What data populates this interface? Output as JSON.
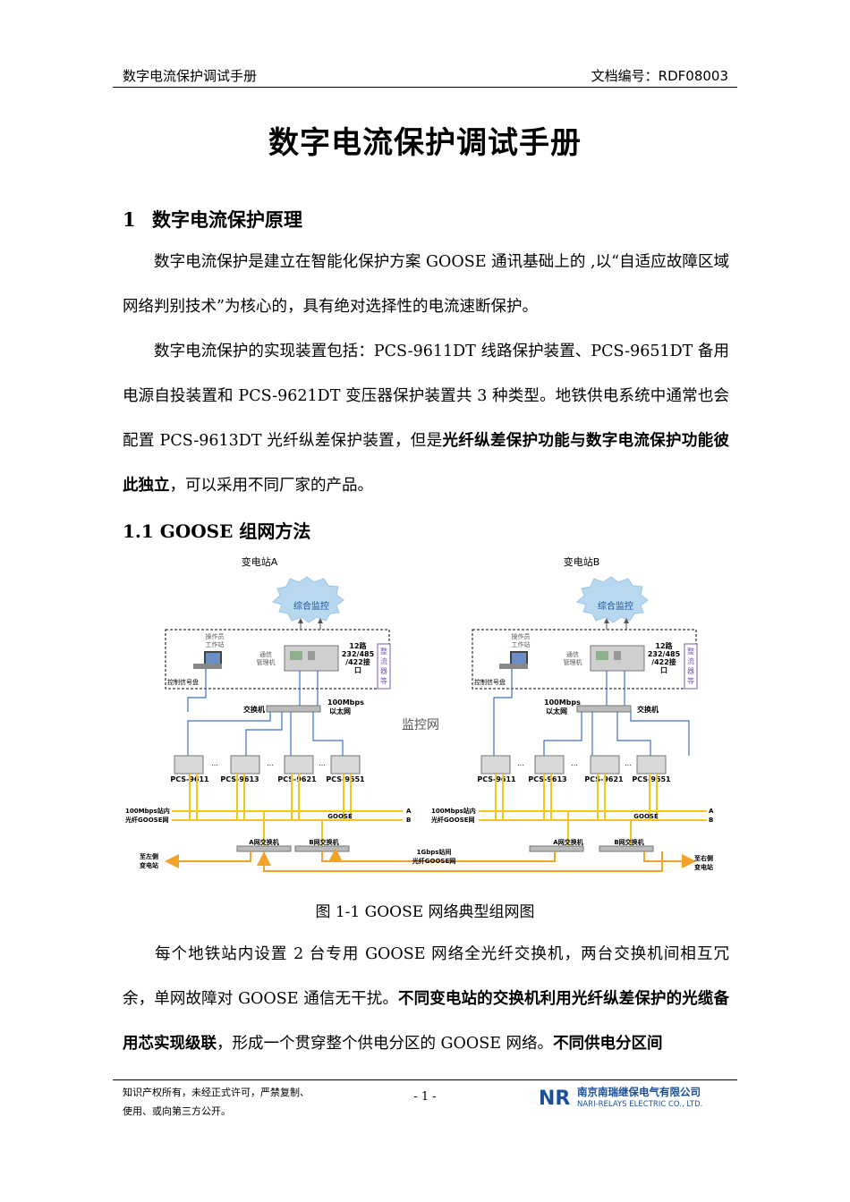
{
  "header": {
    "doc_title": "数字电流保护调试手册",
    "doc_number": "文档编号：RDF08003"
  },
  "title": "数字电流保护调试手册",
  "section1": {
    "num": "1",
    "title": "数字电流保护原理"
  },
  "p1": "数字电流保护是建立在智能化保护方案 GOOSE 通讯基础上的 ,以“自适应故障区域网络判别技术”为核心的，具有绝对选择性的电流速断保护。",
  "p2_a": "数字电流保护的实现装置包括：PCS-9611DT 线路保护装置、PCS-9651DT 备用电源自投装置和 PCS-9621DT 变压器保护装置共 3 种类型。地铁供电系统中通常也会配置 PCS-9613DT 光纤纵差保护装置，但是",
  "p2_bold": "光纤纵差保护功能与数字电流保护功能彼此独立",
  "p2_b": "，可以采用不同厂家的产品。",
  "section11": "1.1 GOOSE 组网方法",
  "figure": {
    "stationA": "变电站A",
    "stationB": "变电站B",
    "monitor_cloud": "综合监控",
    "operator": [
      "操作员",
      "工作站"
    ],
    "comm_mgr": [
      "通信",
      "管理机"
    ],
    "serial": [
      "12路",
      "232/485",
      "/422接",
      "口"
    ],
    "rectifier": [
      "整",
      "流",
      "器",
      "等"
    ],
    "ctrl_signal": "控制信号盘",
    "switch": "交换机",
    "ethernet": [
      "100Mbps",
      "以太网"
    ],
    "monitor_net": "监控网",
    "dots": "…",
    "devices": [
      "PCS-9611",
      "PCS-9613",
      "PCS-9621",
      "PCS-9651"
    ],
    "goose_inner": [
      "100Mbps站内",
      "光纤GOOSE网"
    ],
    "goose": "GOOSE",
    "netA": "A",
    "netB": "B",
    "switchA": "A网交换机",
    "switchB": "B网交换机",
    "inter": [
      "1Gbps站间",
      "光纤GOOSE网"
    ],
    "to_left": [
      "至左侧",
      "变电站"
    ],
    "to_right": [
      "至右侧",
      "变电站"
    ]
  },
  "caption": "图 1-1 GOOSE 网络典型组网图",
  "p3_a": "每个地铁站内设置 2 台专用 GOOSE 网络全光纤交换机，两台交换机间相互冗余，单网故障对 GOOSE 通信无干扰。",
  "p3_bold1": "不同变电站的交换机利用光纤纵差保护的光缆备用芯实现级联",
  "p3_b": "，形成一个贯穿整个供电分区的 GOOSE 网络。",
  "p3_bold2": "不同供电分区间",
  "footer": {
    "copyright_1": "知识产权所有，未经正式许可，严禁复制、",
    "copyright_2": "使用、或向第三方公开。",
    "page": "- 1 -",
    "company_cn": "南京南瑞继保电气有限公司",
    "company_en": "NARI-RELAYS ELECTRIC CO., LTD.",
    "logo_text": "NR"
  },
  "colors": {
    "yellow": "#f5c518",
    "orange": "#f2a12a",
    "blue": "#3b6fd1",
    "cloud": "#b8d8f0",
    "purple": "#7a5ab3"
  }
}
